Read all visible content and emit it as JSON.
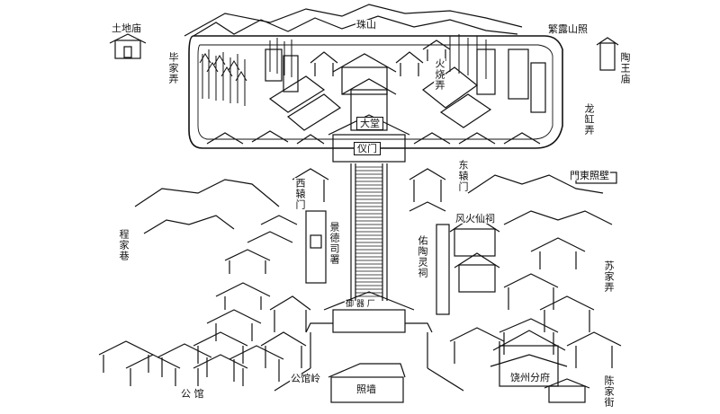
{
  "map": {
    "labels": {
      "zhushan": "珠山",
      "tudimiao": "土地庙",
      "jianjiashan": "繁露山照",
      "bijianong": "毕家弄",
      "taowangmiao": "陶王庙",
      "huoshaonong": "火烧弄",
      "longgangnong": "龙缸弄",
      "datang": "大堂",
      "yimen": "仪门",
      "dongyuanmen": "东辕门",
      "xiyuanmen": "西辕门",
      "mensouzhao": "門東照壁",
      "fenghuoxianci": "风火仙祠",
      "jingzhensishu": "景德司署",
      "youtaolingci": "佑陶灵祠",
      "chengjiaxiang": "程家巷",
      "sujianong": "苏家弄",
      "gongguanling": "公馆岭",
      "gongguan": "公 馆",
      "zhaoqiang": "照墙",
      "raozhoufenfu": "饶州分府",
      "chenjiajie": "陈家街"
    },
    "gate_plaque": "御 器 厂"
  }
}
